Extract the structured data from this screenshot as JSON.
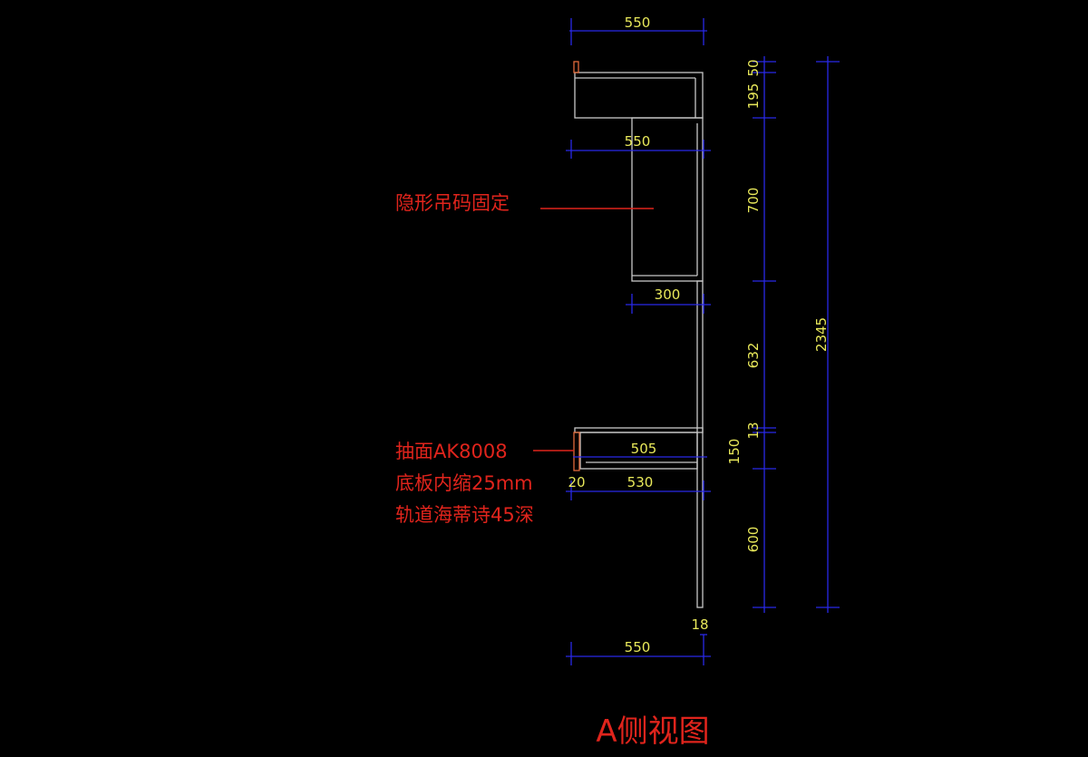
{
  "view_title": "A侧视图",
  "notes": {
    "hidden_hanger": "隐形吊码固定",
    "drawer_face": "抽面AK8008",
    "bottom_inset": "底板内缩25mm",
    "rail": "轨道海蒂诗45深"
  },
  "dimensions": {
    "top_width": "550",
    "upper_cabinet_width": "550",
    "shelf_depth": "300",
    "drawer_inner": "505",
    "drawer_offset": "20",
    "drawer_width": "530",
    "bottom_width": "550",
    "panel_thickness": "18",
    "h_50": "50",
    "h_195": "195",
    "h_700": "700",
    "h_632": "632",
    "h_13": "13",
    "h_150": "150",
    "h_600": "600",
    "total_height": "2345"
  },
  "colors": {
    "background": "#000000",
    "geometry": "#c8c8c8",
    "dimension_line": "#2828e8",
    "dimension_text": "#e8e85a",
    "annotation": "#e0241c",
    "drawer_face": "#e06a3a"
  }
}
